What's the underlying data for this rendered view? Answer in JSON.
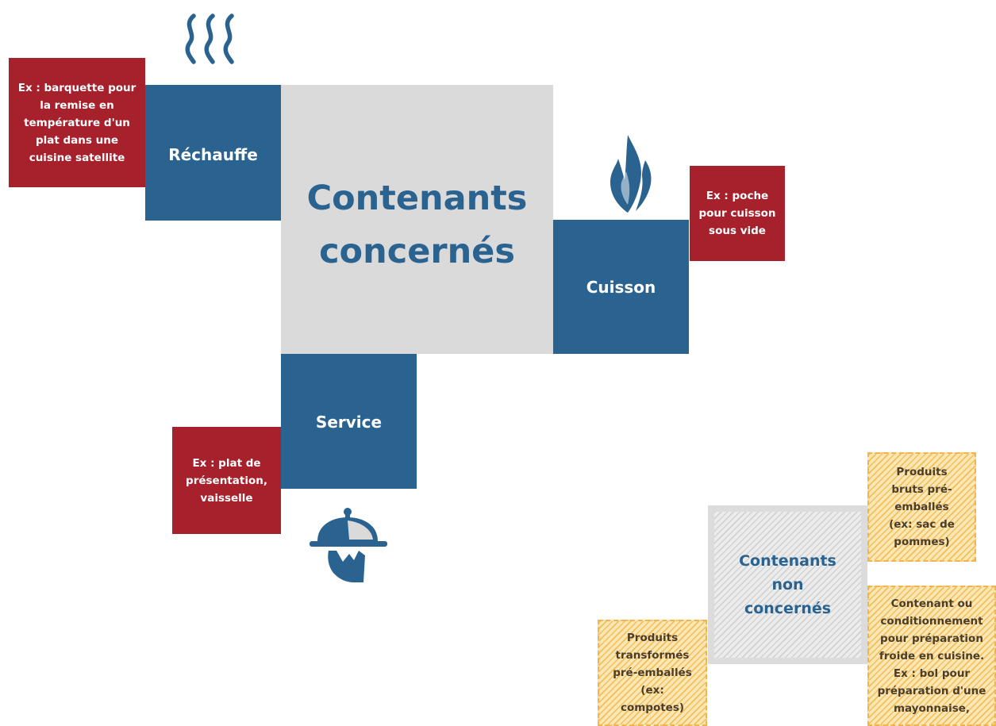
{
  "main": {
    "title": "Contenants concernés"
  },
  "categories": {
    "rechauffe": {
      "label": "Réchauffe",
      "example": "Ex : barquette pour la remise en température d'un plat dans une cuisine satellite"
    },
    "cuisson": {
      "label": "Cuisson",
      "example": "Ex : poche pour cuisson sous vide"
    },
    "service": {
      "label": "Service",
      "example": "Ex : plat de présentation, vaisselle"
    }
  },
  "non_concernes": {
    "title": "Contenants non concernés",
    "items": [
      "Produits bruts pré-emballés (ex: sac de pommes)",
      "Contenant ou conditionnement pour préparation froide en cuisine. Ex : bol pour préparation d'une mayonnaise,",
      "Produits transformés pré-emballés (ex: compotes)"
    ]
  },
  "icons": {
    "steam": "steam-icon",
    "flame": "flame-icon",
    "cloche": "serving-cloche-icon"
  },
  "colors": {
    "blue": "#2a6290",
    "red": "#a6212b",
    "gray": "#dadadb",
    "orange": "#f3bd5a"
  }
}
